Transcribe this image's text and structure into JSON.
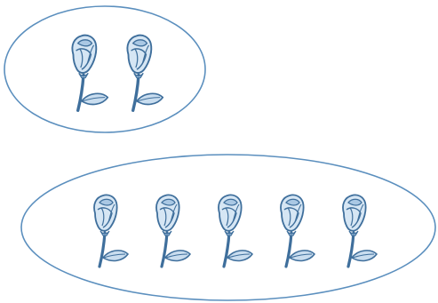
{
  "groups": [
    {
      "id": "top",
      "flower_count": 2,
      "item": "rose-icon"
    },
    {
      "id": "bottom",
      "flower_count": 5,
      "item": "rose-icon"
    }
  ],
  "colors": {
    "outline": "#5b8fbe",
    "petal": "#d6e6f4",
    "petal_shade": "#aac8e4",
    "leaf": "#c9ddef",
    "stroke": "#3f6f9c",
    "background": "#ffffff"
  }
}
